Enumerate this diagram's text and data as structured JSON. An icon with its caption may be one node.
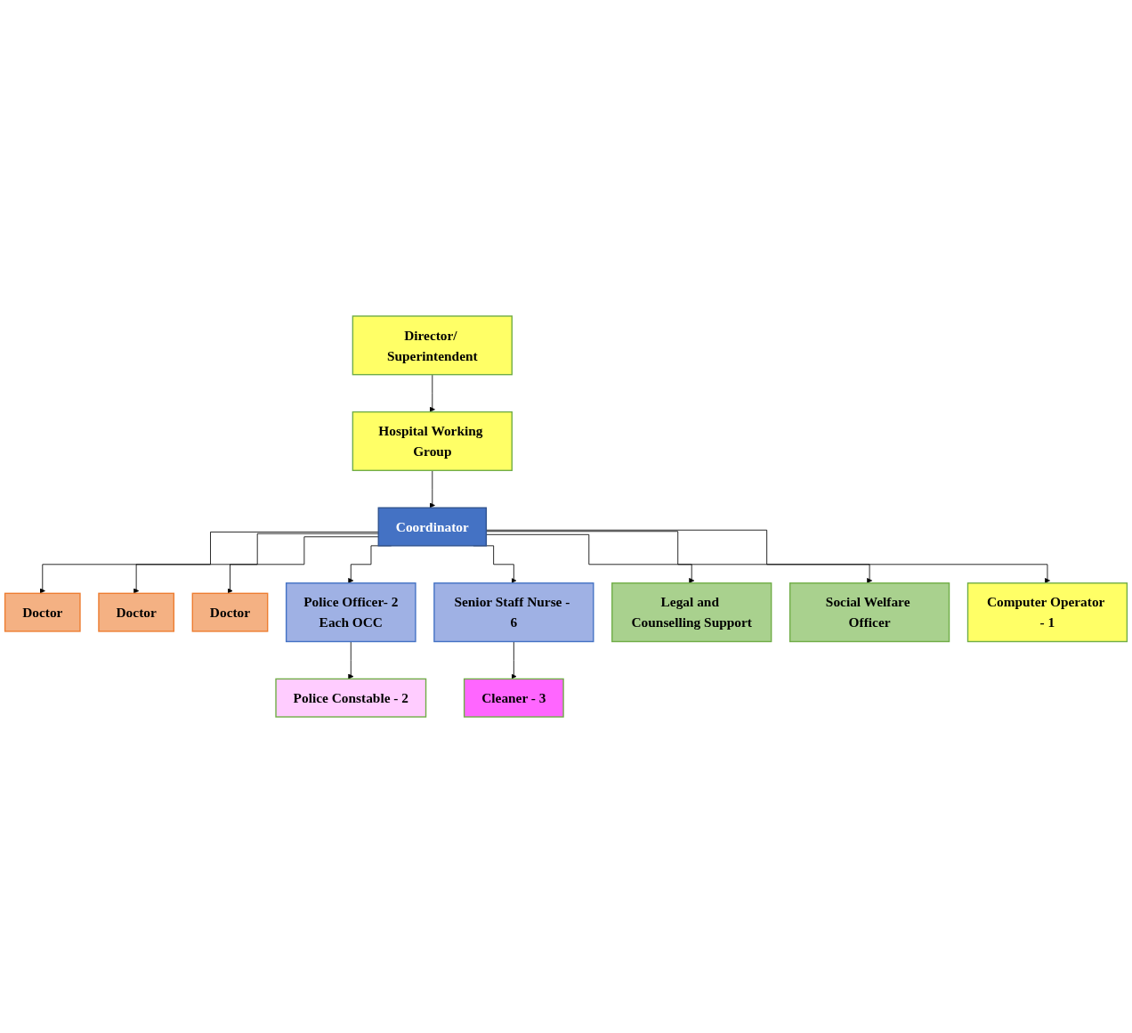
{
  "diagram": {
    "nodes": [
      {
        "text": [
          "Director/ Superintendent"
        ]
      },
      {
        "text": [
          "Hospital Working Group"
        ]
      },
      {
        "text": [
          "Coordinator"
        ]
      },
      {
        "text": [
          "Doctor"
        ]
      },
      {
        "text": [
          "Doctor"
        ]
      },
      {
        "text": [
          "Doctor"
        ]
      },
      {
        "text": [
          "Police Officer- 2",
          "Each OCC"
        ]
      },
      {
        "text": [
          "Senior Staff Nurse - 6"
        ]
      },
      {
        "text": [
          "Legal and Counselling Support"
        ]
      },
      {
        "text": [
          "Social Welfare Officer"
        ]
      },
      {
        "text": [
          "Computer Operator - 1"
        ]
      },
      {
        "text": [
          "Police Constable - 2"
        ]
      },
      {
        "text": [
          "Cleaner - 3"
        ]
      }
    ],
    "edges": [
      {
        "from": 0,
        "to": 1,
        "arrow": "to"
      },
      {
        "from": 1,
        "to": 2,
        "arrow": "to"
      },
      {
        "from": 2,
        "to": 10,
        "arrow": "to"
      },
      {
        "from": 2,
        "to": 8,
        "arrow": "to"
      },
      {
        "from": 2,
        "to": 6,
        "arrow": "to"
      },
      {
        "from": 2,
        "to": 3,
        "arrow": "to"
      },
      {
        "from": 2,
        "to": 4,
        "arrow": "to"
      },
      {
        "from": 2,
        "to": 5,
        "arrow": "to"
      },
      {
        "from": 2,
        "to": 7,
        "arrow": "to"
      },
      {
        "from": 2,
        "to": 9,
        "arrow": "to"
      },
      {
        "from": 6,
        "to": 11,
        "arrow": "to"
      },
      {
        "from": 7,
        "to": 12,
        "arrow": "to"
      }
    ]
  }
}
